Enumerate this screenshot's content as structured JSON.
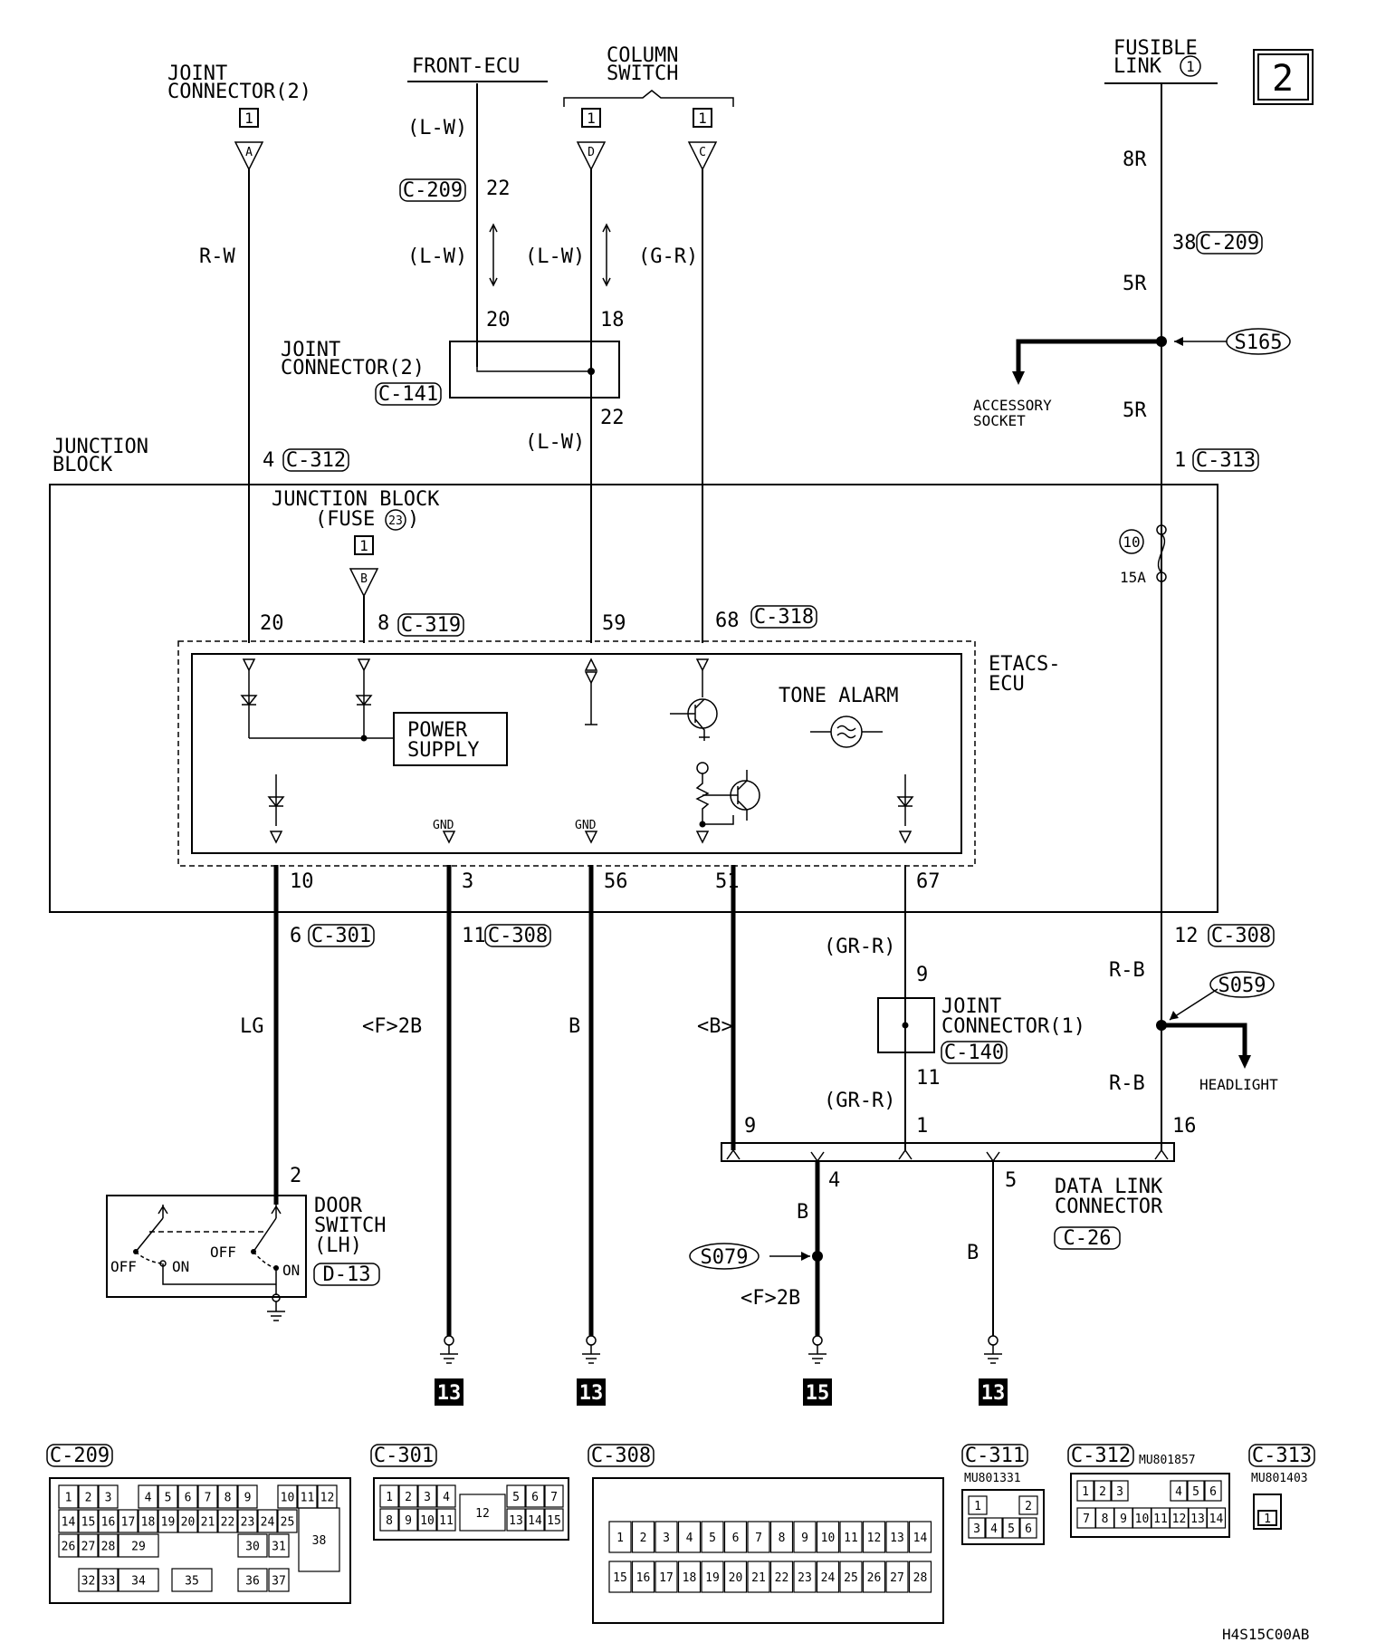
{
  "page_number": "2",
  "figure_code": "H4S15C00AB",
  "top_sources": {
    "joint_connector_2": "JOINT\nCONNECTOR(2)",
    "front_ecu": "FRONT-ECU",
    "column_switch": "COLUMN\nSWITCH",
    "fusible_link": "FUSIBLE\nLINK",
    "fusible_link_num": "1"
  },
  "continuation_markers": {
    "box_num": "1",
    "a": "A",
    "b": "B",
    "c": "C",
    "d": "D"
  },
  "wire_colors": {
    "rw": "R-W",
    "lw": "(L-W)",
    "gr": "(G-R)",
    "r8": "8R",
    "r5a": "5R",
    "r5b": "5R",
    "lg": "LG",
    "f2b": "<F>2B",
    "b56": "B",
    "b51": "<B>",
    "grr_top": "(GR-R)",
    "grr_bot": "(GR-R)",
    "rb_top": "R-B",
    "rb_bot": "R-B",
    "b4": "B",
    "f2b_bot": "<F>2B",
    "b5": "B"
  },
  "connectors": {
    "c209": "C-209",
    "c141": "C-141",
    "c312": "C-312",
    "c313": "C-313",
    "c319": "C-319",
    "c318": "C-318",
    "c301": "C-301",
    "c308": "C-308",
    "c140": "C-140",
    "c26": "C-26",
    "d13": "D-13",
    "c311": "C-311"
  },
  "splices": {
    "s165": "S165",
    "s059": "S059",
    "s079": "S079"
  },
  "labels": {
    "joint_connector_2_mid": "JOINT\nCONNECTOR(2)",
    "accessory_socket": "ACCESSORY\nSOCKET",
    "junction_block_outer": "JUNCTION\nBLOCK",
    "junction_block_fuse": "JUNCTION BLOCK\n(FUSE",
    "fuse_num": "23",
    "fuse10_num": "10",
    "fuse10_amps": "15A",
    "etacs": "ETACS-\nECU",
    "power_supply": "POWER\nSUPPLY",
    "tone_alarm": "TONE ALARM",
    "gnd1": "GND",
    "gnd2": "GND",
    "joint_connector_1": "JOINT\nCONNECTOR(1)",
    "headlight": "HEADLIGHT",
    "door_switch": "DOOR\nSWITCH\n(LH)",
    "off1": "OFF",
    "on1": "ON",
    "off2": "OFF",
    "on2": "ON",
    "data_link": "DATA LINK\nCONNECTOR"
  },
  "pins": {
    "p22a": "22",
    "p20": "20",
    "p18": "18",
    "p22b": "22",
    "p38": "38",
    "p4": "4",
    "p1": "1",
    "p20b": "20",
    "p8": "8",
    "p59": "59",
    "p68": "68",
    "p10": "10",
    "p3": "3",
    "p56": "56",
    "p51": "51",
    "p67": "67",
    "p6": "6",
    "p11": "11",
    "p12": "12",
    "p9": "9",
    "p11b": "11",
    "p9b": "9",
    "p1b": "1",
    "p16": "16",
    "p2": "2",
    "p4b": "4",
    "p5": "5"
  },
  "ground_points": [
    "13",
    "13",
    "15",
    "13"
  ],
  "connector_views": {
    "c209": {
      "title": "C-209",
      "cells": [
        "1",
        "2",
        "3",
        "4",
        "5",
        "6",
        "7",
        "8",
        "9",
        "10",
        "11",
        "12",
        "13",
        "14",
        "15",
        "16",
        "17",
        "18",
        "19",
        "20",
        "21",
        "22",
        "23",
        "24",
        "25",
        "26",
        "27",
        "28",
        "29",
        "30",
        "31",
        "32",
        "33",
        "34",
        "35",
        "36",
        "37",
        "38"
      ]
    },
    "c301": {
      "title": "C-301",
      "cells": [
        "1",
        "2",
        "3",
        "4",
        "5",
        "6",
        "7",
        "8",
        "9",
        "10",
        "11",
        "12",
        "13",
        "14",
        "15"
      ]
    },
    "c308": {
      "title": "C-308",
      "cells": [
        "1",
        "2",
        "3",
        "4",
        "5",
        "6",
        "7",
        "8",
        "9",
        "10",
        "11",
        "12",
        "13",
        "14",
        "15",
        "16",
        "17",
        "18",
        "19",
        "20",
        "21",
        "22",
        "23",
        "24",
        "25",
        "26",
        "27",
        "28"
      ]
    },
    "c311": {
      "title": "C-311",
      "part": "MU801331",
      "cells": [
        "1",
        "2",
        "3",
        "4",
        "5",
        "6"
      ]
    },
    "c312": {
      "title": "C-312",
      "part": "MU801857",
      "cells": [
        "1",
        "2",
        "3",
        "4",
        "5",
        "6",
        "7",
        "8",
        "9",
        "10",
        "11",
        "12",
        "13",
        "14"
      ]
    },
    "c313": {
      "title": "C-313",
      "part": "MU801403",
      "cells": [
        "1"
      ]
    }
  }
}
